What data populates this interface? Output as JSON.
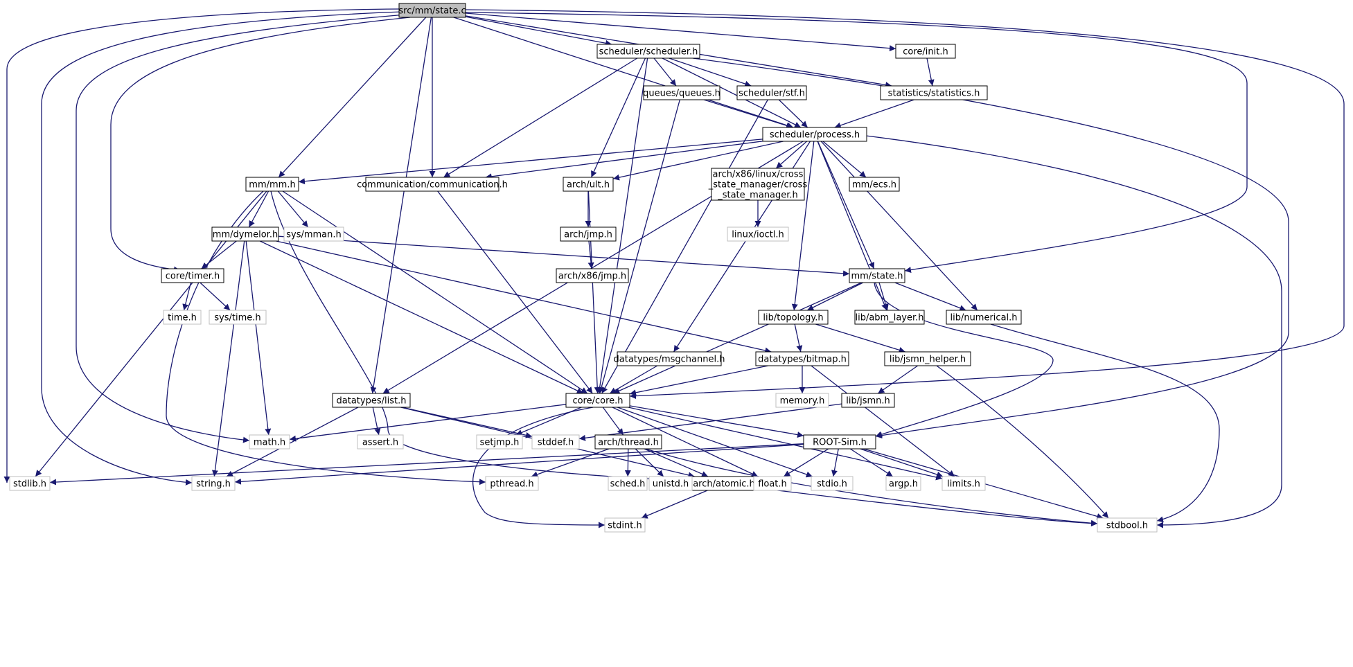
{
  "graph": {
    "title": "src/mm/state.c",
    "colors": {
      "edge": "#191970",
      "project_border": "#000000",
      "system_border": "#bfbfbf",
      "root_fill": "#bfbfbf"
    },
    "nodes": [
      {
        "id": "state_c",
        "label": "src/mm/state.c",
        "kind": "root"
      },
      {
        "id": "sched_h",
        "label": "scheduler/scheduler.h",
        "kind": "project"
      },
      {
        "id": "init_h",
        "label": "core/init.h",
        "kind": "project"
      },
      {
        "id": "queues_h",
        "label": "queues/queues.h",
        "kind": "project"
      },
      {
        "id": "stf_h",
        "label": "scheduler/stf.h",
        "kind": "project"
      },
      {
        "id": "stats_h",
        "label": "statistics/statistics.h",
        "kind": "project"
      },
      {
        "id": "process_h",
        "label": "scheduler/process.h",
        "kind": "project"
      },
      {
        "id": "mm_h",
        "label": "mm/mm.h",
        "kind": "project"
      },
      {
        "id": "comm_h",
        "label": "communication/communication.h",
        "kind": "project"
      },
      {
        "id": "ult_h",
        "label": "arch/ult.h",
        "kind": "project"
      },
      {
        "id": "cross_h",
        "label": "arch/x86/linux/cross_state_manager/cross_state_manager.h",
        "lines": [
          "arch/x86/linux/cross",
          "_state_manager/cross",
          "_state_manager.h"
        ],
        "kind": "project"
      },
      {
        "id": "ecs_h",
        "label": "mm/ecs.h",
        "kind": "project"
      },
      {
        "id": "dymelor_h",
        "label": "mm/dymelor.h",
        "kind": "project"
      },
      {
        "id": "sysmman_h",
        "label": "sys/mman.h",
        "kind": "system"
      },
      {
        "id": "jmp_h",
        "label": "arch/jmp.h",
        "kind": "project"
      },
      {
        "id": "ioctl_h",
        "label": "linux/ioctl.h",
        "kind": "system"
      },
      {
        "id": "timer_h",
        "label": "core/timer.h",
        "kind": "project"
      },
      {
        "id": "x86jmp_h",
        "label": "arch/x86/jmp.h",
        "kind": "project"
      },
      {
        "id": "mmstate_h",
        "label": "mm/state.h",
        "kind": "project"
      },
      {
        "id": "time_h",
        "label": "time.h",
        "kind": "system"
      },
      {
        "id": "systime_h",
        "label": "sys/time.h",
        "kind": "system"
      },
      {
        "id": "topo_h",
        "label": "lib/topology.h",
        "kind": "project"
      },
      {
        "id": "abm_h",
        "label": "lib/abm_layer.h",
        "kind": "project"
      },
      {
        "id": "numerical_h",
        "label": "lib/numerical.h",
        "kind": "project"
      },
      {
        "id": "msgch_h",
        "label": "datatypes/msgchannel.h",
        "kind": "project"
      },
      {
        "id": "bitmap_h",
        "label": "datatypes/bitmap.h",
        "kind": "project"
      },
      {
        "id": "jsmnh_h",
        "label": "lib/jsmn_helper.h",
        "kind": "project"
      },
      {
        "id": "list_h",
        "label": "datatypes/list.h",
        "kind": "project"
      },
      {
        "id": "core_h",
        "label": "core/core.h",
        "kind": "project"
      },
      {
        "id": "memory_h",
        "label": "memory.h",
        "kind": "system"
      },
      {
        "id": "jsmn_h",
        "label": "lib/jsmn.h",
        "kind": "project"
      },
      {
        "id": "math_h",
        "label": "math.h",
        "kind": "system"
      },
      {
        "id": "assert_h",
        "label": "assert.h",
        "kind": "system"
      },
      {
        "id": "setjmp_h",
        "label": "setjmp.h",
        "kind": "system"
      },
      {
        "id": "stddef_h",
        "label": "stddef.h",
        "kind": "system"
      },
      {
        "id": "thread_h",
        "label": "arch/thread.h",
        "kind": "project"
      },
      {
        "id": "rootsim_h",
        "label": "ROOT-Sim.h",
        "kind": "project"
      },
      {
        "id": "stdlib_h",
        "label": "stdlib.h",
        "kind": "system"
      },
      {
        "id": "string_h",
        "label": "string.h",
        "kind": "system"
      },
      {
        "id": "pthread_h",
        "label": "pthread.h",
        "kind": "system"
      },
      {
        "id": "atomic_h",
        "label": "arch/atomic.h",
        "kind": "project"
      },
      {
        "id": "sched_sys_h",
        "label": "sched.h",
        "kind": "system"
      },
      {
        "id": "unistd_h",
        "label": "unistd.h",
        "kind": "system"
      },
      {
        "id": "float_h",
        "label": "float.h",
        "kind": "system"
      },
      {
        "id": "stdio_h",
        "label": "stdio.h",
        "kind": "system"
      },
      {
        "id": "argp_h",
        "label": "argp.h",
        "kind": "system"
      },
      {
        "id": "limits_h",
        "label": "limits.h",
        "kind": "system"
      },
      {
        "id": "stdint_h",
        "label": "stdint.h",
        "kind": "system"
      },
      {
        "id": "stdbool_h",
        "label": "stdbool.h",
        "kind": "system"
      }
    ],
    "edges": [
      {
        "from": "state_c",
        "to": "stdlib_h"
      },
      {
        "from": "state_c",
        "to": "string_h"
      },
      {
        "from": "state_c",
        "to": "math_h"
      },
      {
        "from": "state_c",
        "to": "timer_h"
      },
      {
        "from": "state_c",
        "to": "mm_h"
      },
      {
        "from": "state_c",
        "to": "list_h"
      },
      {
        "from": "state_c",
        "to": "comm_h"
      },
      {
        "from": "state_c",
        "to": "sched_h"
      },
      {
        "from": "state_c",
        "to": "process_h"
      },
      {
        "from": "state_c",
        "to": "init_h"
      },
      {
        "from": "state_c",
        "to": "stats_h"
      },
      {
        "from": "state_c",
        "to": "mmstate_h"
      },
      {
        "from": "state_c",
        "to": "core_h"
      },
      {
        "from": "sched_h",
        "to": "ult_h"
      },
      {
        "from": "sched_h",
        "to": "comm_h"
      },
      {
        "from": "sched_h",
        "to": "core_h"
      },
      {
        "from": "sched_h",
        "to": "queues_h"
      },
      {
        "from": "sched_h",
        "to": "stf_h"
      },
      {
        "from": "sched_h",
        "to": "process_h"
      },
      {
        "from": "sched_h",
        "to": "rootsim_h"
      },
      {
        "from": "init_h",
        "to": "stats_h"
      },
      {
        "from": "queues_h",
        "to": "process_h"
      },
      {
        "from": "queues_h",
        "to": "core_h"
      },
      {
        "from": "stf_h",
        "to": "process_h"
      },
      {
        "from": "stf_h",
        "to": "core_h"
      },
      {
        "from": "stats_h",
        "to": "process_h"
      },
      {
        "from": "process_h",
        "to": "mm_h"
      },
      {
        "from": "process_h",
        "to": "comm_h"
      },
      {
        "from": "process_h",
        "to": "ult_h"
      },
      {
        "from": "process_h",
        "to": "list_h"
      },
      {
        "from": "process_h",
        "to": "msgch_h"
      },
      {
        "from": "process_h",
        "to": "cross_h"
      },
      {
        "from": "process_h",
        "to": "ecs_h"
      },
      {
        "from": "process_h",
        "to": "topo_h"
      },
      {
        "from": "process_h",
        "to": "mmstate_h"
      },
      {
        "from": "process_h",
        "to": "abm_h"
      },
      {
        "from": "process_h",
        "to": "numerical_h"
      },
      {
        "from": "process_h",
        "to": "stdbool_h"
      },
      {
        "from": "mm_h",
        "to": "dymelor_h"
      },
      {
        "from": "mm_h",
        "to": "sysmman_h"
      },
      {
        "from": "mm_h",
        "to": "stdlib_h"
      },
      {
        "from": "mm_h",
        "to": "pthread_h"
      },
      {
        "from": "mm_h",
        "to": "atomic_h"
      },
      {
        "from": "mm_h",
        "to": "core_h"
      },
      {
        "from": "comm_h",
        "to": "core_h"
      },
      {
        "from": "ult_h",
        "to": "jmp_h"
      },
      {
        "from": "ult_h",
        "to": "core_h"
      },
      {
        "from": "jmp_h",
        "to": "x86jmp_h"
      },
      {
        "from": "cross_h",
        "to": "ioctl_h"
      },
      {
        "from": "dymelor_h",
        "to": "timer_h"
      },
      {
        "from": "dymelor_h",
        "to": "mmstate_h"
      },
      {
        "from": "dymelor_h",
        "to": "math_h"
      },
      {
        "from": "dymelor_h",
        "to": "string_h"
      },
      {
        "from": "dymelor_h",
        "to": "core_h"
      },
      {
        "from": "dymelor_h",
        "to": "bitmap_h"
      },
      {
        "from": "timer_h",
        "to": "time_h"
      },
      {
        "from": "timer_h",
        "to": "systime_h"
      },
      {
        "from": "mmstate_h",
        "to": "topo_h"
      },
      {
        "from": "mmstate_h",
        "to": "abm_h"
      },
      {
        "from": "mmstate_h",
        "to": "numerical_h"
      },
      {
        "from": "mmstate_h",
        "to": "core_h"
      },
      {
        "from": "mmstate_h",
        "to": "rootsim_h"
      },
      {
        "from": "topo_h",
        "to": "bitmap_h"
      },
      {
        "from": "topo_h",
        "to": "jsmnh_h"
      },
      {
        "from": "numerical_h",
        "to": "stdbool_h"
      },
      {
        "from": "msgch_h",
        "to": "core_h"
      },
      {
        "from": "bitmap_h",
        "to": "core_h"
      },
      {
        "from": "bitmap_h",
        "to": "memory_h"
      },
      {
        "from": "bitmap_h",
        "to": "limits_h"
      },
      {
        "from": "jsmnh_h",
        "to": "jsmn_h"
      },
      {
        "from": "jsmnh_h",
        "to": "stdbool_h"
      },
      {
        "from": "jsmn_h",
        "to": "stddef_h"
      },
      {
        "from": "list_h",
        "to": "assert_h"
      },
      {
        "from": "list_h",
        "to": "stddef_h"
      },
      {
        "from": "list_h",
        "to": "string_h"
      },
      {
        "from": "list_h",
        "to": "atomic_h"
      },
      {
        "from": "core_h",
        "to": "math_h"
      },
      {
        "from": "core_h",
        "to": "setjmp_h"
      },
      {
        "from": "core_h",
        "to": "thread_h"
      },
      {
        "from": "core_h",
        "to": "rootsim_h"
      },
      {
        "from": "core_h",
        "to": "float_h"
      },
      {
        "from": "core_h",
        "to": "stdio_h"
      },
      {
        "from": "core_h",
        "to": "limits_h"
      },
      {
        "from": "core_h",
        "to": "stdint_h"
      },
      {
        "from": "thread_h",
        "to": "pthread_h"
      },
      {
        "from": "thread_h",
        "to": "atomic_h"
      },
      {
        "from": "thread_h",
        "to": "sched_sys_h"
      },
      {
        "from": "thread_h",
        "to": "unistd_h"
      },
      {
        "from": "thread_h",
        "to": "stdbool_h"
      },
      {
        "from": "rootsim_h",
        "to": "stdlib_h"
      },
      {
        "from": "rootsim_h",
        "to": "string_h"
      },
      {
        "from": "rootsim_h",
        "to": "float_h"
      },
      {
        "from": "rootsim_h",
        "to": "stdio_h"
      },
      {
        "from": "rootsim_h",
        "to": "argp_h"
      },
      {
        "from": "rootsim_h",
        "to": "limits_h"
      },
      {
        "from": "rootsim_h",
        "to": "stdbool_h"
      },
      {
        "from": "atomic_h",
        "to": "stdint_h"
      },
      {
        "from": "atomic_h",
        "to": "stdbool_h"
      }
    ]
  }
}
